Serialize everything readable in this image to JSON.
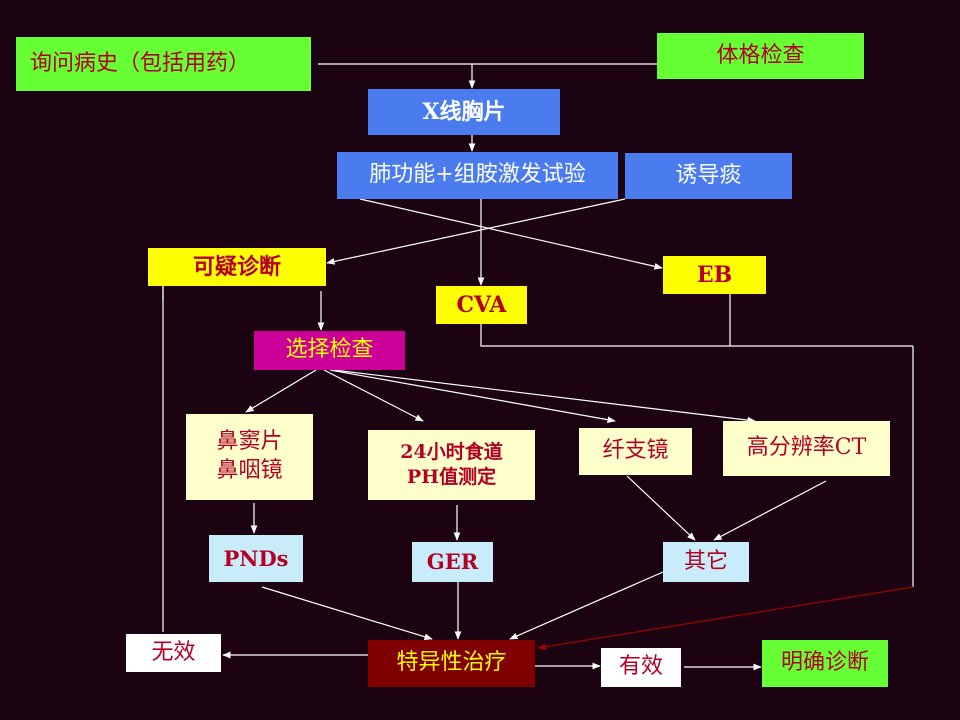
{
  "nodes": {
    "history": "询问病史（包括用药）",
    "physical_exam": "体格检查",
    "chest_xray": "X线胸片",
    "lung_function": "肺功能+组胺激发试验",
    "induced_sputum": "诱导痰",
    "suspected_diagnosis": "可疑诊断",
    "eb": "EB",
    "cva": "CVA",
    "selective_exam": "选择检查",
    "sinus_xray": "鼻窦片\n鼻咽镜",
    "ph_monitoring": "24小时食道\nPH值测定",
    "bronchoscope": "纤支镜",
    "hrct": "高分辨率CT",
    "pnds": "PNDs",
    "ger": "GER",
    "others": "其它",
    "specific_treatment": "特异性治疗",
    "ineffective": "无效",
    "effective": "有效",
    "confirmed_diagnosis": "明确诊断"
  },
  "colors": {
    "background": "#1c0312",
    "line": "#ffffff",
    "red_arrow": "#a00000"
  }
}
